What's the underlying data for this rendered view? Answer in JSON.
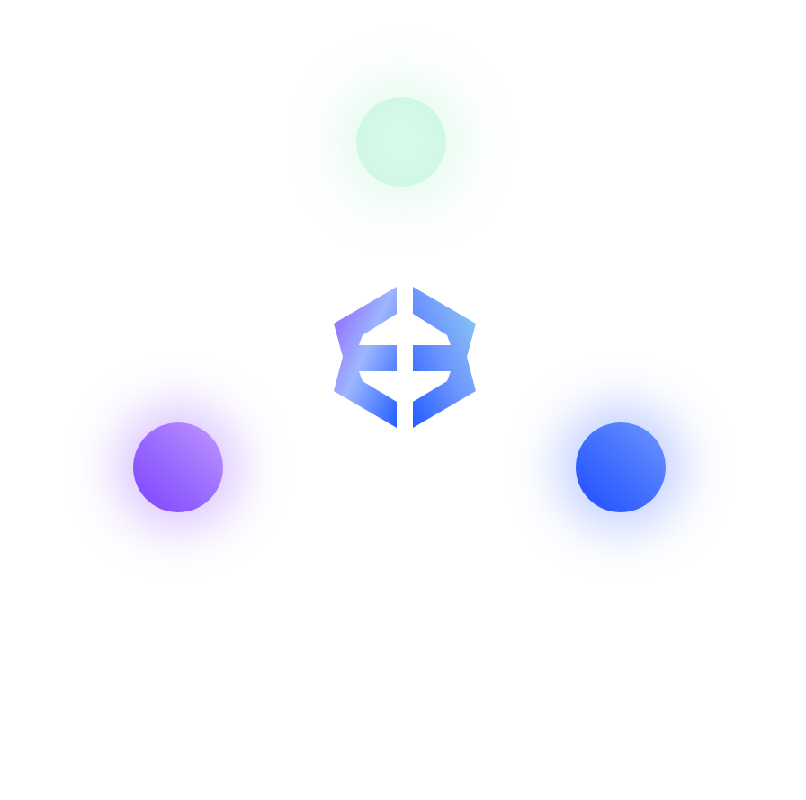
{
  "scene": {
    "background_color": "#ffffff",
    "logo_icon": "exmo-logo-icon",
    "orbs": {
      "green": {
        "color": "#d4f8e8",
        "glow": "soft-green-glow"
      },
      "purple": {
        "color": "#9a6cff",
        "glow": "purple-glow"
      },
      "blue": {
        "color": "#3f6dff",
        "glow": "blue-glow"
      }
    },
    "gradient_colors": {
      "logo_start": "#8f5cff",
      "logo_mid": "#9db6ff",
      "logo_end": "#245dff"
    }
  }
}
